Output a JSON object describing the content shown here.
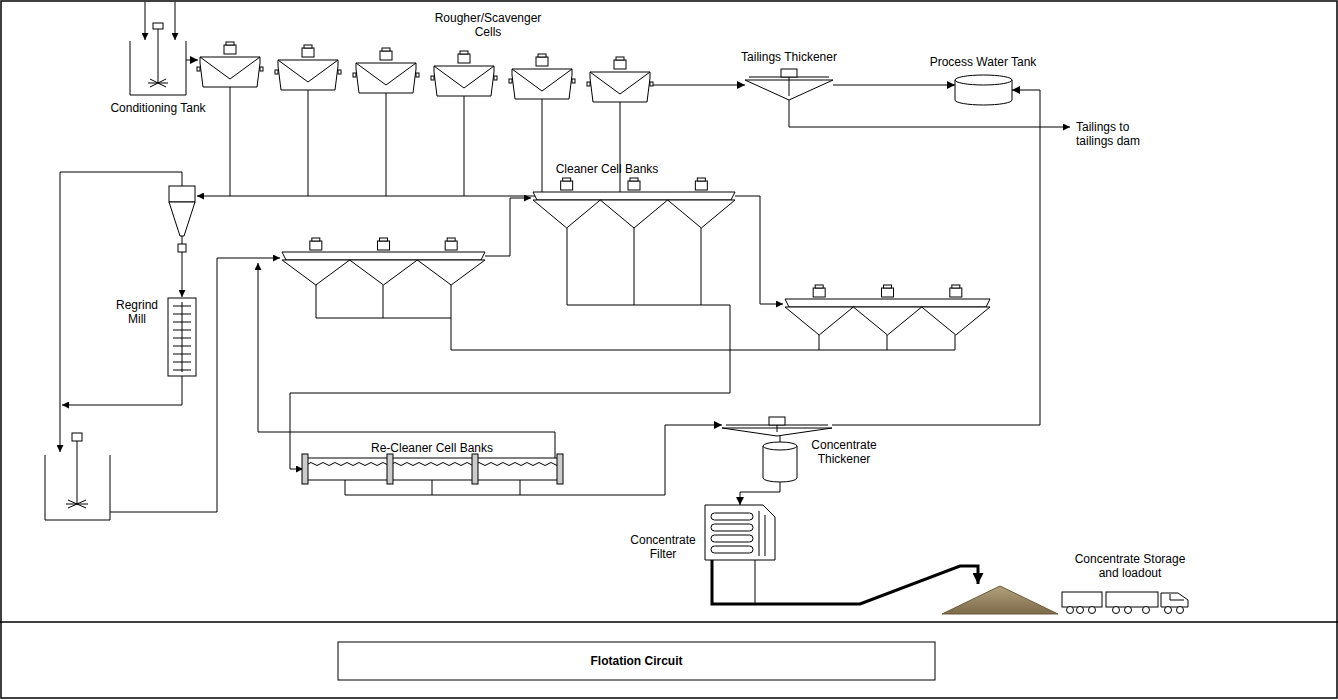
{
  "diagram": {
    "caption": "Flotation Circuit",
    "nodes": [
      {
        "text": [
          "Conditioning Tank"
        ]
      },
      {
        "text": [
          "Rougher/Scavenger Cells"
        ]
      },
      {
        "text": [
          "Tailings Thickener"
        ]
      },
      {
        "text": [
          "Process Water Tank"
        ]
      },
      {
        "text": [
          "Cleaner Cell Banks"
        ]
      },
      {
        "text": [
          "Regrind Mill"
        ]
      },
      {
        "text": [
          "Re-Cleaner Cell Banks"
        ]
      },
      {
        "text": [
          "Concentrate Thickener"
        ]
      },
      {
        "text": [
          "Concentrate Filter"
        ]
      },
      {
        "text": [
          "Concentrate Storage and loadout"
        ]
      }
    ],
    "edges": [
      {
        "from": 0,
        "to": 1,
        "arrow": "to"
      },
      {
        "from": 1,
        "to": 2,
        "arrow": "to"
      },
      {
        "from": 2,
        "to": 3,
        "arrow": "to"
      },
      {
        "from": 6,
        "to": 7,
        "arrow": "to"
      },
      {
        "from": 7,
        "to": 3,
        "arrow": "to"
      },
      {
        "from": 7,
        "to": 8,
        "arrow": "to"
      },
      {
        "from": 8,
        "to": 9,
        "arrow": "to"
      }
    ],
    "labels": [
      "Tailings to tailings dam"
    ]
  }
}
